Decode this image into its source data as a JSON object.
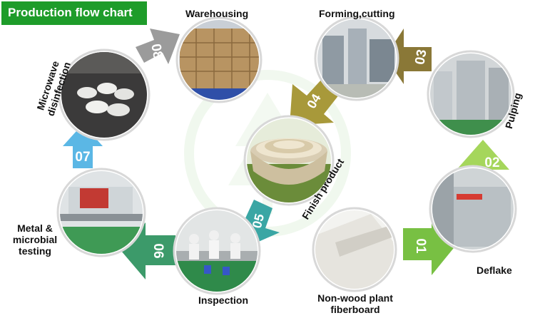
{
  "title": "Production flow chart",
  "steps": [
    {
      "number": "01",
      "label": "Deflake",
      "color": "#7dc242"
    },
    {
      "number": "02",
      "label": "Pulping",
      "color": "#a3d55b"
    },
    {
      "number": "03",
      "label": "Forming,cutting",
      "color": "#8c7b3a"
    },
    {
      "number": "04",
      "label": "Finish product",
      "color": "#a79a36"
    },
    {
      "number": "05",
      "label": "Inspection",
      "color": "#3aa6a4"
    },
    {
      "number": "06",
      "label": "Metal & microbial testing",
      "color": "#3c9a6a"
    },
    {
      "number": "07",
      "label": "Microwave disinfection",
      "color": "#5cb8e6"
    },
    {
      "number": "08",
      "label": "Warehousing",
      "color": "#9a9a9a"
    }
  ],
  "start_label": "Non-wood plant fiberboard",
  "labels": {
    "warehousing": "Warehousing",
    "forming": "Forming,cutting",
    "microwave_1": "Microwave",
    "microwave_2": "disinfection",
    "pulping": "Pulping",
    "finish": "Finish product",
    "metal_1": "Metal &",
    "metal_2": "microbial",
    "metal_3": "testing",
    "inspection": "Inspection",
    "deflake": "Deflake",
    "fiber_1": "Non-wood plant",
    "fiber_2": "fiberboard"
  }
}
